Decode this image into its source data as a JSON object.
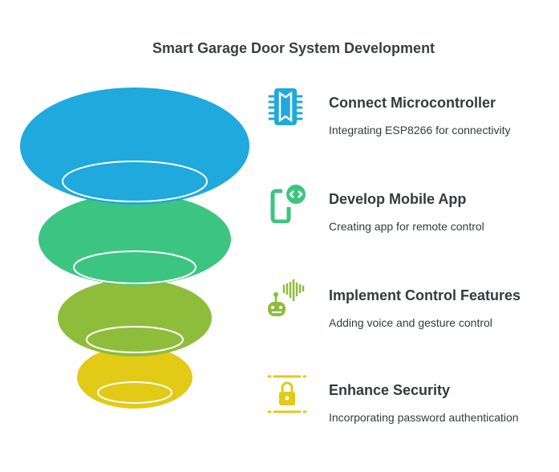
{
  "title": "Smart Garage Door System Development",
  "colors": {
    "blue": "#1FA9DC",
    "green": "#3CC581",
    "olive": "#8EBD3B",
    "yellow": "#E2CA17"
  },
  "steps": [
    {
      "heading": "Connect Microcontroller",
      "description": "Integrating ESP8266 for connectivity",
      "icon": "microchip-icon"
    },
    {
      "heading": "Develop Mobile App",
      "description": "Creating app for remote control",
      "icon": "mobile-code-icon"
    },
    {
      "heading": "Implement Control Features",
      "description": "Adding voice and gesture control",
      "icon": "robot-voice-icon"
    },
    {
      "heading": "Enhance Security",
      "description": "Incorporating password authentication",
      "icon": "lock-icon"
    }
  ]
}
